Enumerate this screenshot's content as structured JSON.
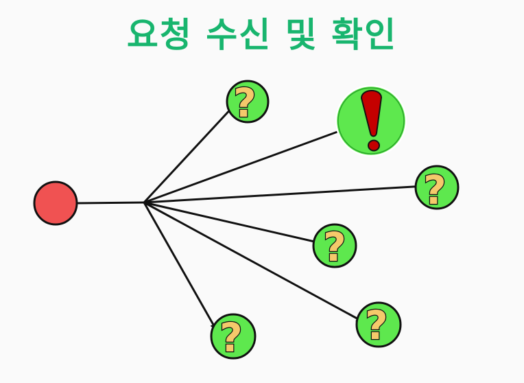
{
  "title": "요청 수신 및 확인",
  "colors": {
    "title": "#18b56e",
    "source_node": "#f05252",
    "receiver_node": "#5ee84e",
    "question_mark": "#f5c96b",
    "exclamation_mark": "#c40000",
    "edge": "#111111"
  },
  "icons": {
    "source": "source-node",
    "receivers": "question-mark-icon",
    "acknowledged": "exclamation-mark-icon"
  },
  "receivers": {
    "question_glyph": "?",
    "count": 5
  }
}
